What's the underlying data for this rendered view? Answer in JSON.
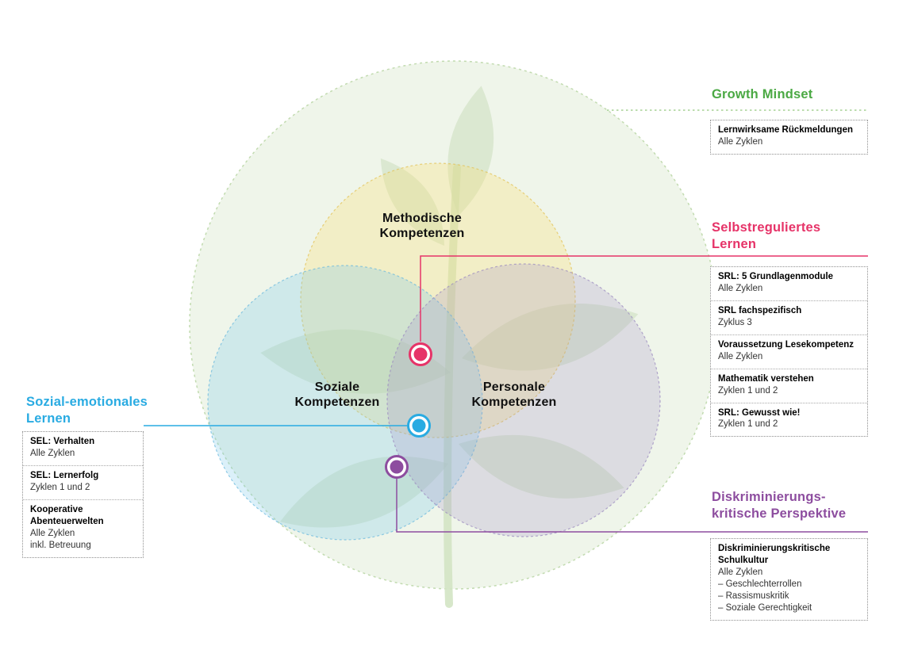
{
  "colors": {
    "growth_green": "#4ba944",
    "srl_pink": "#e63368",
    "sel_blue": "#29abe2",
    "disk_purple": "#8d4d9f",
    "venn_yellow": "#f7de74",
    "venn_blue": "#7ec8e8",
    "venn_purple": "#a393c7",
    "background_circle_green": "#eff5ea",
    "leaf_green": "#c8dcb8"
  },
  "venn": {
    "methodische": {
      "line1": "Methodische",
      "line2": "Kompetenzen"
    },
    "soziale": {
      "line1": "Soziale",
      "line2": "Kompetenzen"
    },
    "personale": {
      "line1": "Personale",
      "line2": "Kompetenzen"
    }
  },
  "callouts": {
    "growth": {
      "title": "Growth Mindset",
      "items": [
        {
          "title": "Lernwirksame Rückmeldungen",
          "lines": [
            "Alle Zyklen"
          ]
        }
      ]
    },
    "srl": {
      "title_line1": "Selbstreguliertes",
      "title_line2": "Lernen",
      "items": [
        {
          "title": "SRL: 5 Grundlagenmodule",
          "lines": [
            "Alle Zyklen"
          ]
        },
        {
          "title": "SRL fachspezifisch",
          "lines": [
            "Zyklus 3"
          ]
        },
        {
          "title": "Voraussetzung Lesekompetenz",
          "lines": [
            "Alle Zyklen"
          ]
        },
        {
          "title": "Mathematik verstehen",
          "lines": [
            "Zyklen 1 und 2"
          ]
        },
        {
          "title": "SRL: Gewusst wie!",
          "lines": [
            "Zyklen 1 und 2"
          ]
        }
      ]
    },
    "sel": {
      "title_line1": "Sozial-emotionales",
      "title_line2": "Lernen",
      "items": [
        {
          "title": "SEL: Verhalten",
          "lines": [
            "Alle Zyklen"
          ]
        },
        {
          "title": "SEL: Lernerfolg",
          "lines": [
            "Zyklen 1 und 2"
          ]
        },
        {
          "title": "Kooperative Abenteuerwelten",
          "lines": [
            "Alle Zyklen",
            "inkl. Betreuung"
          ]
        }
      ]
    },
    "disk": {
      "title_line1": "Diskriminierungs-",
      "title_line2": "kritische Perspektive",
      "items": [
        {
          "title": "Diskriminierungskritische Schulkultur",
          "lines": [
            "Alle Zyklen",
            "– Geschlechterrollen",
            "– Rassismuskritik",
            "– Soziale Gerechtigkeit"
          ]
        }
      ]
    }
  }
}
